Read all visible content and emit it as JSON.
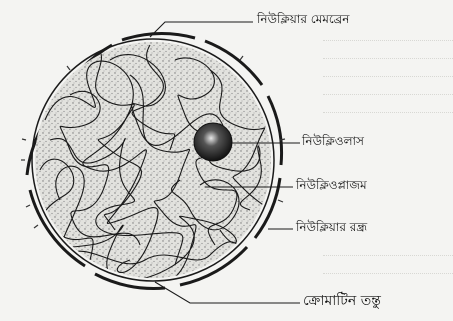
{
  "labels": {
    "membrane": "নিউক্লিয়ার মেমব্রেন",
    "nucleolus": "নিউক্লিওলাস",
    "nucleoplasm": "নিউক্লিওপ্লাজম",
    "pore": "নিউক্লিয়ার রন্ধ্র",
    "chromatin": "ক্রোমাটিন তন্তু"
  },
  "colors": {
    "line": "#1a1a1a",
    "fill": "#d6d6d2",
    "paper": "#f4f4f2"
  }
}
